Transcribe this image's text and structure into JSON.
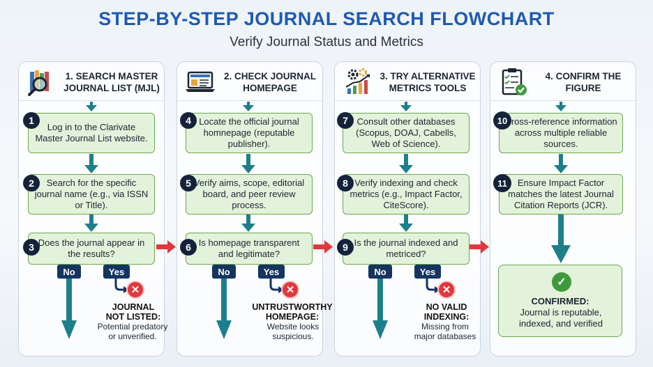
{
  "title": "STEP-BY-STEP JOURNAL SEARCH FLOWCHART",
  "subtitle": "Verify Journal Status and Metrics",
  "columns": [
    {
      "title": "1. SEARCH MASTER JOURNAL LIST (MJL)",
      "icon": "magnifier-books-icon",
      "steps": [
        {
          "num": "1",
          "text": "Log in to the Clarivate Master Journal List website."
        },
        {
          "num": "2",
          "text": "Search for the specific journal name (e.g., via ISSN or Title)."
        },
        {
          "num": "3",
          "text": "Does the journal appear in the results?"
        }
      ],
      "no_label": "No",
      "yes_label": "Yes",
      "fail_title": "JOURNAL NOT LISTED:",
      "fail_desc": "Potential predatory or unverified."
    },
    {
      "title": "2. CHECK JOURNAL HOMEPAGE",
      "icon": "laptop-icon",
      "steps": [
        {
          "num": "4",
          "text": "Locate the official journal homnepage (reputable publisher)."
        },
        {
          "num": "5",
          "text": "Verify aims, scope, editorial board, and peer review process."
        },
        {
          "num": "6",
          "text": "Is homepage transparent and legitimate?"
        }
      ],
      "no_label": "No",
      "yes_label": "Yes",
      "fail_title": "UNTRUSTWORTHY HOMEPAGE:",
      "fail_desc": "Website looks suspicious."
    },
    {
      "title": "3. TRY ALTERNATIVE METRICS TOOLS",
      "icon": "gears-chart-icon",
      "steps": [
        {
          "num": "7",
          "text": "Consult other databases (Scopus, DOAJ, Cabells, Web of Science)."
        },
        {
          "num": "8",
          "text": "Verify indexing and check metrics (e.g., Impact Factor, CiteScore)."
        },
        {
          "num": "9",
          "text": "Is the journal indexed and metriced?"
        }
      ],
      "no_label": "No",
      "yes_label": "Yes",
      "fail_title": "NO VALID INDEXING:",
      "fail_desc": "Missing from major databases"
    },
    {
      "title": "4. CONFIRM THE FIGURE",
      "icon": "checklist-icon",
      "steps": [
        {
          "num": "10",
          "text": "Cross-reference information across multiple reliable sources."
        },
        {
          "num": "11",
          "text": "Ensure Impact Factor matches the latest Journal Citation Reports (JCR)."
        }
      ],
      "confirmed_title": "CONFIRMED:",
      "confirmed_desc": "Journal is reputable, indexed, and verified"
    }
  ],
  "colors": {
    "title": "#1f5ab1",
    "step_fill": "#e3f2da",
    "step_border": "#6aa84f",
    "arrow_teal": "#1e7f8c",
    "arrow_red": "#e0383b",
    "badge": "#14233a",
    "tag": "#15355f"
  }
}
